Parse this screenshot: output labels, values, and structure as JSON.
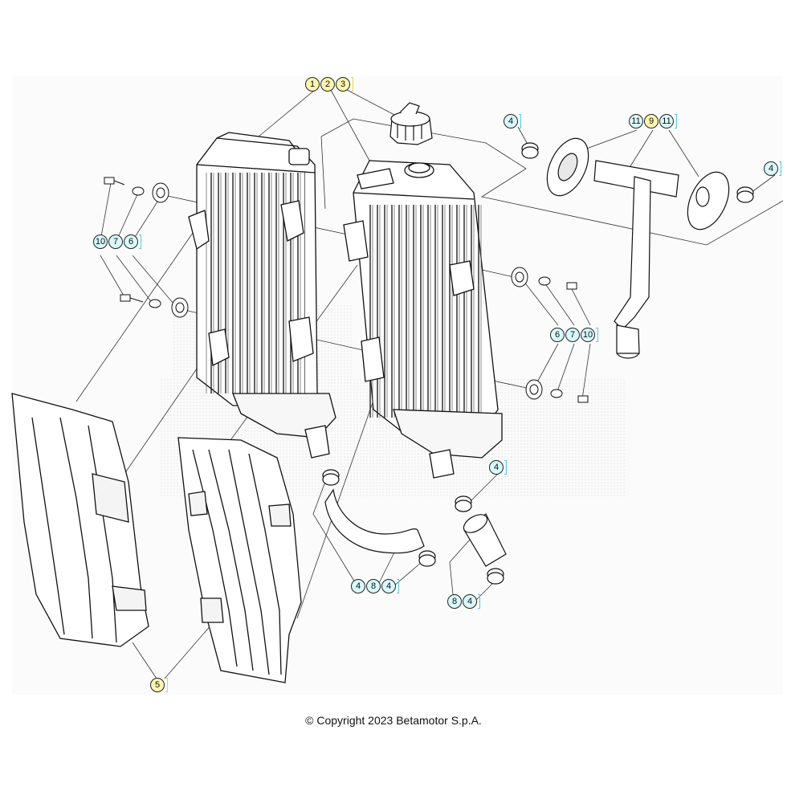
{
  "copyright": "© Copyright 2023 Betamotor S.p.A.",
  "colors": {
    "yellow_badge": "#fdf6b0",
    "cyan_badge": "#d9f8fb",
    "line": "#222222"
  },
  "callouts": [
    {
      "id": "c-top-123",
      "labels": [
        "1",
        "2",
        "3"
      ],
      "style": "yellow"
    },
    {
      "id": "c-top-4",
      "labels": [
        "4"
      ],
      "style": "cyan"
    },
    {
      "id": "c-top-11-9-11",
      "labels": [
        "11",
        "9",
        "11"
      ],
      "style": "mixed"
    },
    {
      "id": "c-right-4",
      "labels": [
        "4"
      ],
      "style": "cyan"
    },
    {
      "id": "c-left-10-7-6",
      "labels": [
        "10",
        "7",
        "6"
      ],
      "style": "cyan"
    },
    {
      "id": "c-mid-6-7-10",
      "labels": [
        "6",
        "7",
        "10"
      ],
      "style": "cyan"
    },
    {
      "id": "c-mid-4",
      "labels": [
        "4"
      ],
      "style": "cyan"
    },
    {
      "id": "c-bottom-4-8-4",
      "labels": [
        "4",
        "8",
        "4"
      ],
      "style": "cyan"
    },
    {
      "id": "c-bottom-8-4",
      "labels": [
        "8",
        "4"
      ],
      "style": "cyan"
    },
    {
      "id": "c-bottom-5",
      "labels": [
        "5"
      ],
      "style": "yellow"
    }
  ]
}
